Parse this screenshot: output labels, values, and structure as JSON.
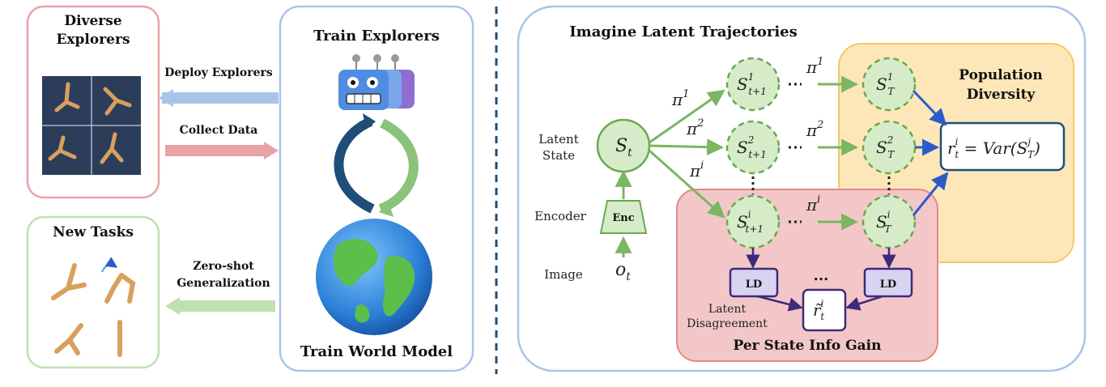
{
  "left": {
    "explorers_title": [
      "Diverse",
      "Explorers"
    ],
    "new_tasks_title": "New Tasks",
    "train_explorers": "Train Explorers",
    "train_world_model": "Train World Model",
    "deploy_label": "Deploy Explorers",
    "collect_label": "Collect Data",
    "zero_shot_label": [
      "Zero-shot",
      "Generalization"
    ]
  },
  "right": {
    "title": "Imagine Latent Trajectories",
    "population_diversity": [
      "Population",
      "Diversity"
    ],
    "per_state_info_gain": "Per State Info Gain",
    "latent_state_label": [
      "Latent",
      "State"
    ],
    "encoder_label": "Encoder",
    "image_label": "Image",
    "enc_box": "Enc",
    "ld_label": "LD",
    "latent_disagreement_label": [
      "Latent",
      "Disagreement"
    ],
    "ellipsis": "...",
    "st": "S",
    "st_sub": "t",
    "ot": "o",
    "ot_sub": "t",
    "policies": [
      {
        "sym": "π",
        "sup": "1"
      },
      {
        "sym": "π",
        "sup": "2"
      },
      {
        "sym": "π",
        "sup": "i"
      }
    ],
    "next_states": [
      {
        "base": "S",
        "sup": "1",
        "sub": "t+1"
      },
      {
        "base": "S",
        "sup": "2",
        "sub": "t+1"
      },
      {
        "base": "S",
        "sup": "i",
        "sub": "t+1"
      }
    ],
    "final_states": [
      {
        "base": "S",
        "sup": "1",
        "sub": "T"
      },
      {
        "base": "S",
        "sup": "2",
        "sub": "T"
      },
      {
        "base": "S",
        "sup": "i",
        "sub": "T"
      }
    ],
    "reward_formula": "r",
    "reward_sup": "i",
    "reward_sub": "t",
    "reward_rhs": " = Var(S",
    "reward_rhs_sup": "j",
    "reward_rhs_sub": "T",
    "reward_close": ")",
    "info_gain_sym": "r̃",
    "info_gain_sup": "i",
    "info_gain_sub": "t"
  },
  "colors": {
    "blue_panel": "#a9c4e8",
    "pink_panel": "#e8a3a8",
    "green_panel": "#bfe0b0",
    "green_node_fill": "#d6ecc9",
    "green_node_stroke": "#6aa84f",
    "yellow_region": "#fde7b8",
    "red_region": "#f3c7c7",
    "purple_box": "#3f2a7a",
    "navy_box": "#1f4e79",
    "arrow_blue": "#2a5cc9",
    "arrow_green": "#7bb661"
  }
}
